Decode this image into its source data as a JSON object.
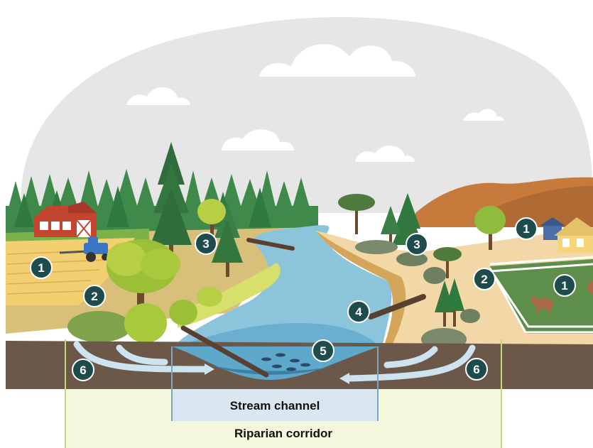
{
  "labels": {
    "stream_channel": "Stream channel",
    "riparian_corridor": "Riparian corridor"
  },
  "markers": [
    {
      "id": "farm-field",
      "number": "1"
    },
    {
      "id": "left-bank-trees",
      "number": "2"
    },
    {
      "id": "left-forest",
      "number": "3"
    },
    {
      "id": "left-roots",
      "number": "6"
    },
    {
      "id": "right-shrubs",
      "number": "3"
    },
    {
      "id": "fallen-log",
      "number": "4"
    },
    {
      "id": "stream-bed",
      "number": "5"
    },
    {
      "id": "right-roots",
      "number": "6"
    },
    {
      "id": "house",
      "number": "1"
    },
    {
      "id": "pasture",
      "number": "1"
    },
    {
      "id": "right-bank-trees",
      "number": "2"
    }
  ],
  "colors": {
    "sky": "#e6e6e6",
    "marker": "#1e4b4b",
    "water": "#8cc4dc",
    "soil": "#6b5848",
    "corridor": "#f5f8dc",
    "corridor_line": "#c8d67a",
    "channel_box": "#dbe7f0",
    "channel_line": "#7aa6c2"
  }
}
